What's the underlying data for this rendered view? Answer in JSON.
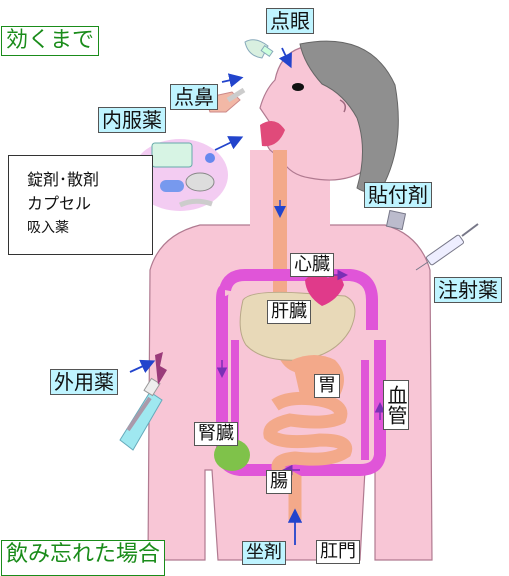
{
  "title_top": "効くまで",
  "title_bottom": "飲み忘れた場合",
  "routes": {
    "eye_drops": "点眼",
    "nasal": "点鼻",
    "oral": "内服薬",
    "patch": "貼付剤",
    "injection": "注射薬",
    "external": "外用薬",
    "suppository": "坐剤"
  },
  "oral_forms": [
    "錠剤･散剤",
    "カプセル",
    "吸入薬"
  ],
  "organs": {
    "heart": "心臓",
    "liver": "肝臓",
    "stomach": "胃",
    "blood_vessel": "血管",
    "kidney": "腎臓",
    "intestine": "腸",
    "anus": "肛門"
  },
  "colors": {
    "body": "#f8c6d6",
    "hair": "#8f8f8f",
    "blood_vessel": "#e055d8",
    "liver": "#e8d9b8",
    "kidney": "#7fc24a",
    "label_bg": "#bff4ff",
    "title_green": "#1a8c1a",
    "arrow_blue": "#2244cc"
  }
}
